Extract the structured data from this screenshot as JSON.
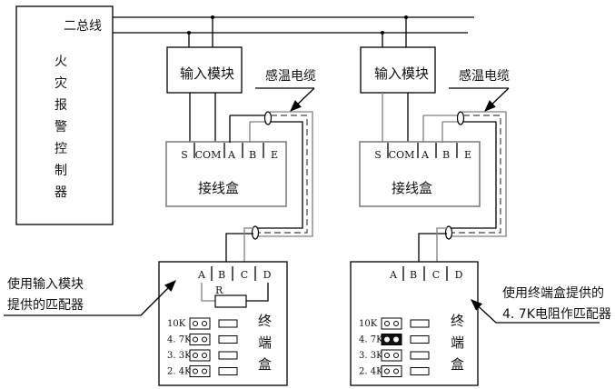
{
  "controller": {
    "bus_label": "二总线",
    "title_chars": [
      "火",
      "灾",
      "报",
      "警",
      "控",
      "制",
      "器"
    ]
  },
  "left_branch": {
    "input_module": "输入模块",
    "cable_label": "感温电缆",
    "junction_box": {
      "label": "接线盒",
      "terminals": [
        "S",
        "COM",
        "A",
        "B",
        "E"
      ]
    },
    "terminal_box": {
      "terminals": [
        "A",
        "B",
        "C",
        "D"
      ],
      "resistor_label": "R",
      "title_chars": [
        "终",
        "端",
        "盒"
      ],
      "resistors": [
        {
          "value": "10K",
          "jumper_closed": false
        },
        {
          "value": "4. 7K",
          "jumper_closed": false
        },
        {
          "value": "3. 3K",
          "jumper_closed": false
        },
        {
          "value": "2. 4K",
          "jumper_closed": false
        }
      ]
    },
    "annotation": [
      "使用输入模块",
      "提供的匹配器"
    ]
  },
  "right_branch": {
    "input_module": "输入模块",
    "cable_label": "感温电缆",
    "junction_box": {
      "label": "接线盒",
      "terminals": [
        "S",
        "COM",
        "A",
        "B",
        "E"
      ]
    },
    "terminal_box": {
      "terminals": [
        "A",
        "B",
        "C",
        "D"
      ],
      "title_chars": [
        "终",
        "端",
        "盒"
      ],
      "resistors": [
        {
          "value": "10K",
          "jumper_closed": false
        },
        {
          "value": "4. 7K",
          "jumper_closed": true
        },
        {
          "value": "3. 3K",
          "jumper_closed": false
        },
        {
          "value": "2. 4K",
          "jumper_closed": false
        }
      ]
    },
    "annotation": [
      "使用终端盒提供的",
      "4. 7K电阻作匹配器"
    ]
  }
}
